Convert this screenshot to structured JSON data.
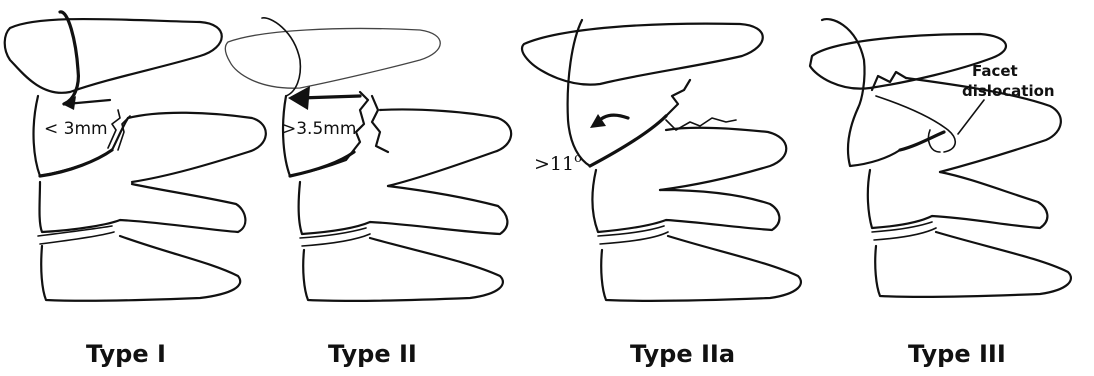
{
  "panels": [
    {
      "caption": "Type I",
      "measurement": "< 3mm"
    },
    {
      "caption": "Type II",
      "measurement": ">3.5mm"
    },
    {
      "caption": "Type IIa",
      "measurement": ">11",
      "measurement_suffix": "o"
    },
    {
      "caption": "Type III",
      "annotation_line1": "Facet",
      "annotation_line2": "dislocation"
    }
  ],
  "colors": {
    "ink": "#111111",
    "background": "#ffffff"
  },
  "icons": [
    "displacement-arrow-icon",
    "rotation-arrow-icon"
  ]
}
